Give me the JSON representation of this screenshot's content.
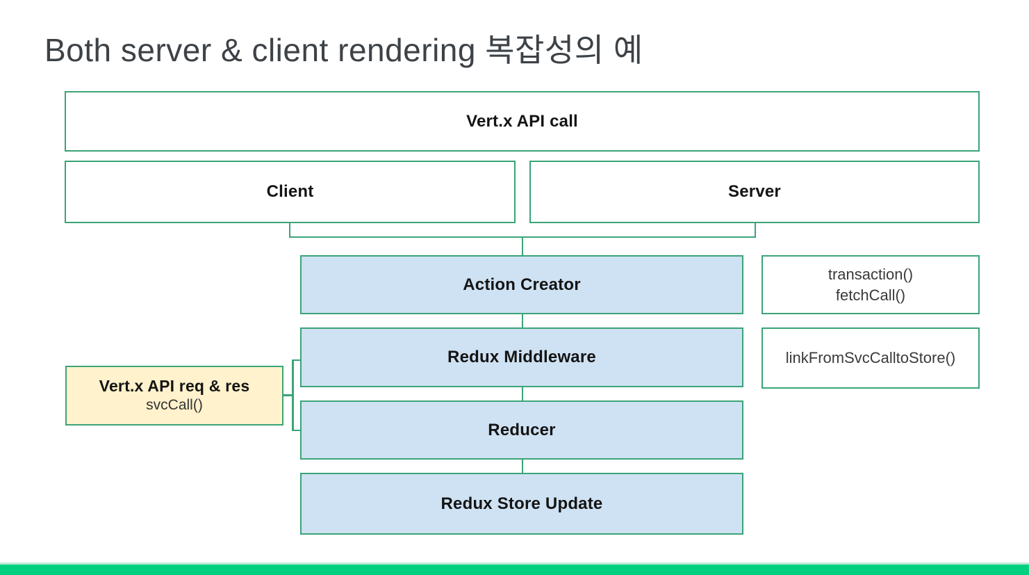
{
  "title": "Both server & client rendering 복잡성의 예",
  "colors": {
    "border_green": "#3aa478",
    "node_blue": "#cfe2f3",
    "node_yellow": "#fff2cc",
    "footer_green": "#00d07f",
    "title_color": "#3d4247"
  },
  "nodes": {
    "vertx_api_call": {
      "label": "Vert.x API call"
    },
    "client": {
      "label": "Client"
    },
    "server": {
      "label": "Server"
    },
    "action_creator": {
      "label": "Action Creator"
    },
    "redux_middleware": {
      "label": "Redux Middleware"
    },
    "reducer": {
      "label": "Reducer"
    },
    "redux_store_update": {
      "label": "Redux Store Update"
    },
    "transaction": {
      "line1": "transaction()",
      "line2": "fetchCall()"
    },
    "link_from_svc": {
      "label": "linkFromSvcCalltoStore()"
    },
    "vertx_req_res": {
      "line1": "Vert.x API req & res",
      "line2": "svcCall()"
    }
  }
}
